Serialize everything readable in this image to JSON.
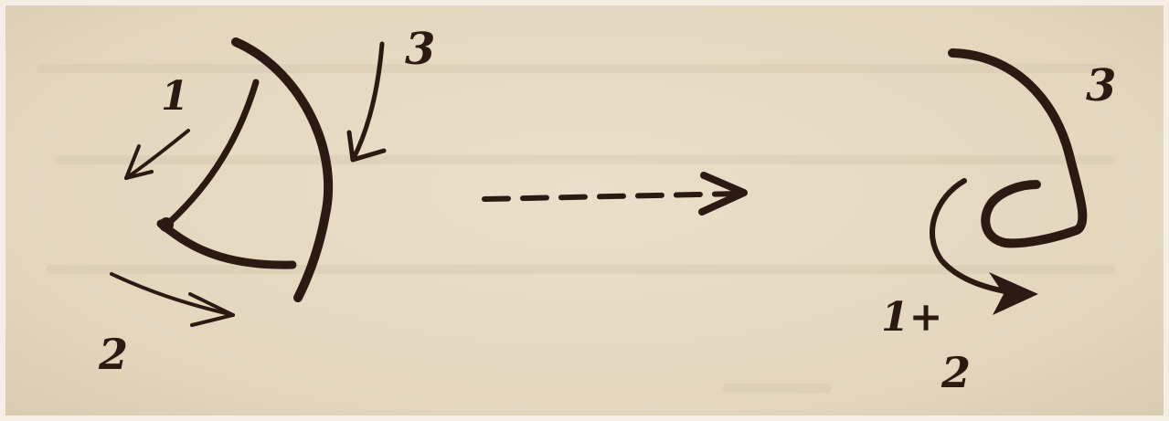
{
  "left_figure": {
    "label_1": "1",
    "label_2": "2",
    "label_3": "3"
  },
  "right_figure": {
    "label_combined": "1+",
    "label_2": "2",
    "label_3": "3"
  },
  "colors": {
    "paper": "#e9ddc6",
    "ink": "#2a1a12"
  }
}
